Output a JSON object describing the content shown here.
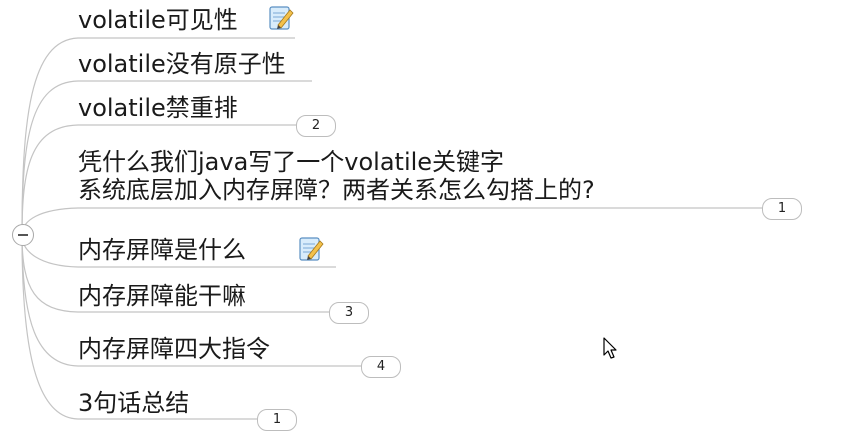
{
  "mindmap": {
    "collapse_toggle_label": "−",
    "topics": [
      {
        "text": "volatile可见性",
        "has_note": true
      },
      {
        "text": "volatile没有原子性"
      },
      {
        "text": "volatile禁重排",
        "count": "2"
      },
      {
        "lines": [
          "凭什么我们java写了一个volatile关键字",
          "系统底层加入内存屏障？两者关系怎么勾搭上的?"
        ],
        "count": "1"
      },
      {
        "text": "内存屏障是什么",
        "has_note": true
      },
      {
        "text": "内存屏障能干嘛",
        "count": "3"
      },
      {
        "text": "内存屏障四大指令",
        "count": "4"
      },
      {
        "text": "3句话总结",
        "count": "1"
      }
    ]
  },
  "icons": {
    "note": "notepad-pencil-icon",
    "collapse": "collapse-minus-icon",
    "cursor": "mouse-pointer-icon"
  },
  "colors": {
    "branch_line": "#c4c4c4",
    "badge_border": "#bdbdbd",
    "text": "#1a1a1a"
  }
}
